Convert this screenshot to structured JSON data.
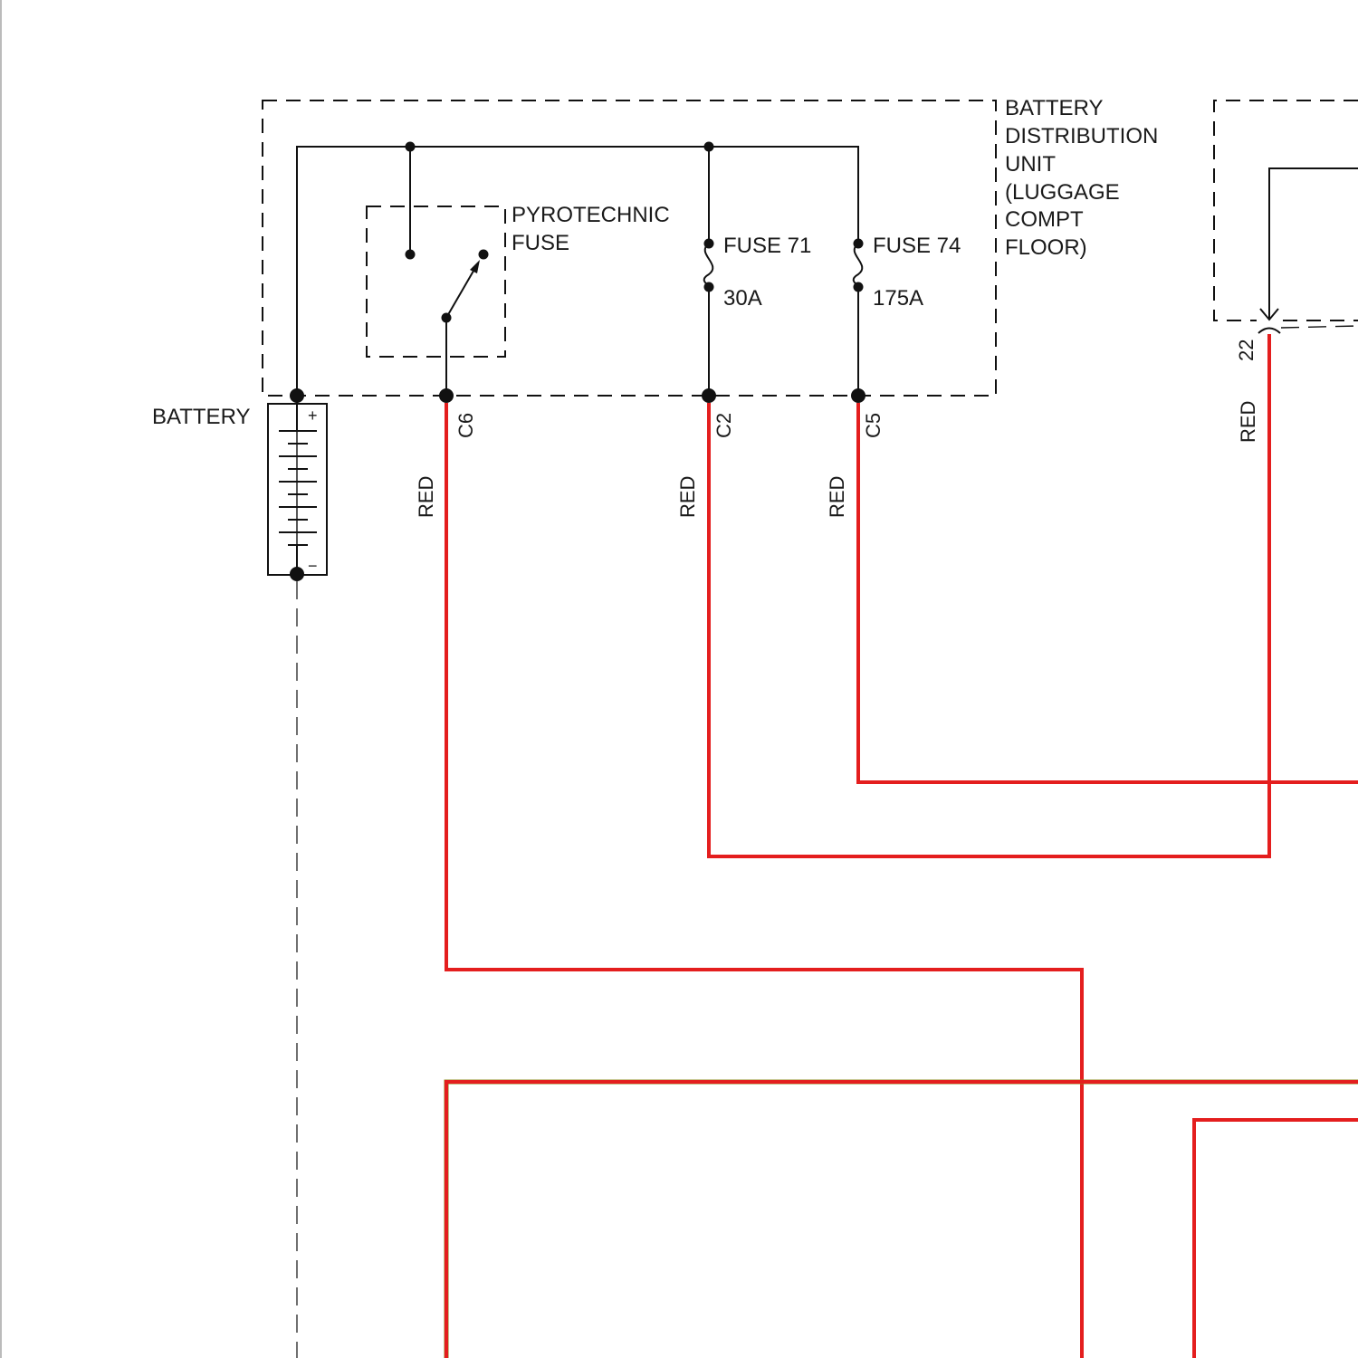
{
  "components": {
    "unit": {
      "label_lines": [
        "BATTERY",
        "DISTRIBUTION",
        "UNIT",
        "(LUGGAGE",
        "COMPT",
        "FLOOR)"
      ]
    },
    "pyro_fuse": {
      "label_lines": [
        "PYROTECHNIC",
        "FUSE"
      ]
    },
    "fuse71": {
      "name": "FUSE 71",
      "rating": "30A"
    },
    "fuse74": {
      "name": "FUSE 74",
      "rating": "175A"
    },
    "battery": {
      "label": "BATTERY",
      "plus": "+",
      "minus": "−"
    }
  },
  "connectors": {
    "c6": "C6",
    "c2": "C2",
    "c5": "C5",
    "pin22": "22"
  },
  "wires": {
    "c6_color": "RED",
    "c2_color": "RED",
    "c5_color": "RED",
    "pin22_color": "RED"
  },
  "colors": {
    "wire_red": "#e41e1e",
    "wire_olive": "#8a8a1a",
    "line_black": "#111111"
  }
}
